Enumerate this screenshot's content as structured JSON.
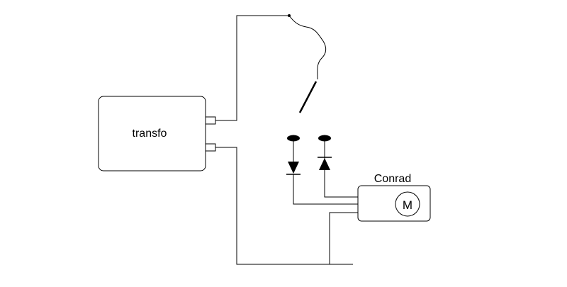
{
  "labels": {
    "transformer": "transfo",
    "motor_brand": "Conrad",
    "motor_symbol": "M"
  },
  "colors": {
    "line": "#000000",
    "background": "#ffffff"
  },
  "icons": {
    "transformer": "rounded-box",
    "diode": "diode-triangle-bar",
    "switch_contact": "filled-ellipse",
    "motor": "circle-with-M"
  }
}
